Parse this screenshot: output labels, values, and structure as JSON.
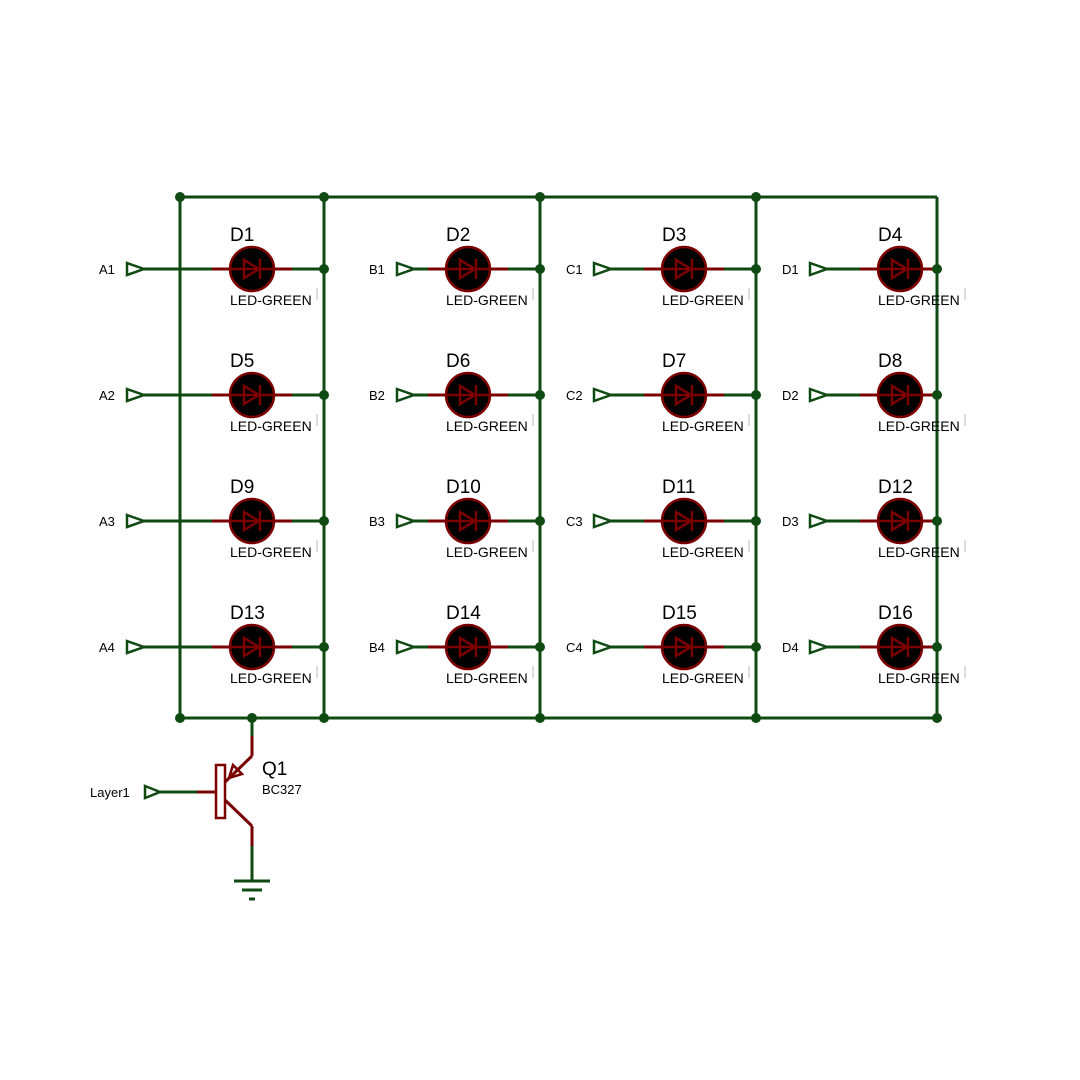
{
  "colors": {
    "wire": "#0f4a12",
    "component": "#7a0000",
    "led_fill": "#000000",
    "text": "#000000"
  },
  "columns": [
    {
      "inputs": [
        "A1",
        "A2",
        "A3",
        "A4"
      ],
      "leds": [
        "D1",
        "D5",
        "D9",
        "D13"
      ]
    },
    {
      "inputs": [
        "B1",
        "B2",
        "B3",
        "B4"
      ],
      "leds": [
        "D2",
        "D6",
        "D10",
        "D14"
      ]
    },
    {
      "inputs": [
        "C1",
        "C2",
        "C3",
        "C4"
      ],
      "leds": [
        "D3",
        "D7",
        "D11",
        "D15"
      ]
    },
    {
      "inputs": [
        "D1",
        "D2",
        "D3",
        "D4"
      ],
      "leds": [
        "D4",
        "D8",
        "D12",
        "D16"
      ]
    }
  ],
  "led_value": "LED-GREEN",
  "transistor": {
    "ref": "Q1",
    "value": "BC327",
    "base_input": "Layer1"
  }
}
